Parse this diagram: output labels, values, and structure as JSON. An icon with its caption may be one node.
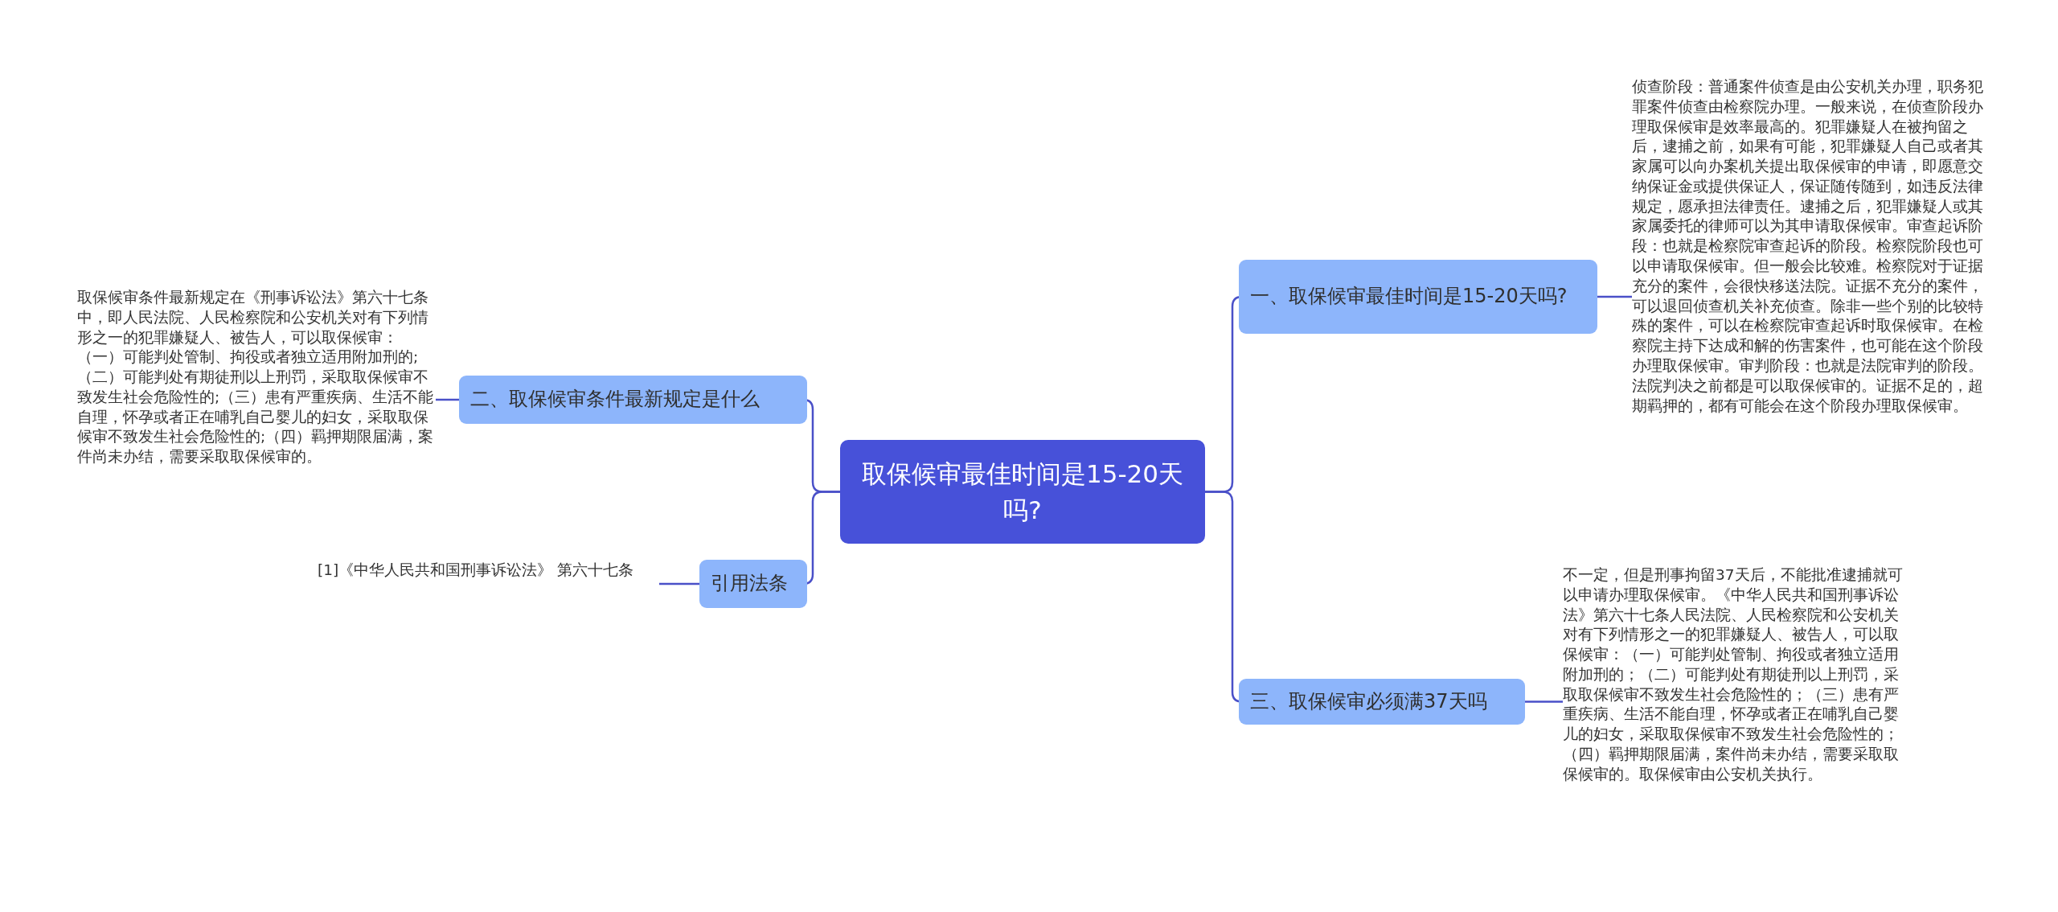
{
  "diagram": {
    "nodes": [
      {
        "text": [
          "取保候审最佳时间是15-20天吗?"
        ]
      },
      {
        "text": [
          "一、取保候审最佳时间是15-20天吗?"
        ]
      },
      {
        "text": [
          "侦查阶段：普通案件侦查是由公安机关办理，职务犯罪案件侦查由检察院办理。一般来说，在侦查阶段办理取保候审是效率最高的。犯罪嫌疑人在被拘留之后，逮捕之前，如果有可能，犯罪嫌疑人自己或者其家属可以向办案机关提出取保候审的申请，即愿意交纳保证金或提供保证人，保证随传随到，如违反法律规定，愿承担法律责任。逮捕之后，犯罪嫌疑人或其家属委托的律师可以为其申请取保候审。审查起诉阶段：也就是检察院审查起诉的阶段。检察院阶段也可以申请取保候审。但一般会比较难。检察院对于证据充分的案件，会很快移送法院。证据不充分的案件，可以退回侦查机关补充侦查。除非一些个别的比较特殊的案件，可以在检察院审查起诉时取保候审。在检察院主持下达成和解的伤害案件，也可能在这个阶段办理取保候审。审判阶段：也就是法院审判的阶段。法院判决之前都是可以取保候审的。证据不足的，超期羁押的，都有可能会在这个阶段办理取保候审。"
        ]
      },
      {
        "text": [
          "三、取保候审必须满37天吗"
        ]
      },
      {
        "text": [
          "不一定，但是刑事拘留37天后，不能批准逮捕就可以申请办理取保候审。《中华人民共和国刑事诉讼法》第六十七条人民法院、人民检察院和公安机关对有下列情形之一的犯罪嫌疑人、被告人，可以取保候审：（一）可能判处管制、拘役或者独立适用附加刑的；（二）可能判处有期徒刑以上刑罚，采取取保候审不致发生社会危险性的；（三）患有严重疾病、生活不能自理，怀孕或者正在哺乳自己婴儿的妇女，采取取保候审不致发生社会危险性的；（四）羁押期限届满，案件尚未办结，需要采取取保候审的。取保候审由公安机关执行。"
        ]
      },
      {
        "text": [
          "二、取保候审条件最新规定是什么"
        ]
      },
      {
        "text": [
          "取保候审条件最新规定在《刑事诉讼法》第六十七条中，即人民法院、人民检察院和公安机关对有下列情形之一的犯罪嫌疑人、被告人，可以取保候审：（一）可能判处管制、拘役或者独立适用附加刑的;（二）可能判处有期徒刑以上刑罚，采取取保候审不致发生社会危险性的;（三）患有严重疾病、生活不能自理，怀孕或者正在哺乳自己婴儿的妇女，采取取保候审不致发生社会危险性的;（四）羁押期限届满，案件尚未办结，需要采取取保候审的。"
        ]
      },
      {
        "text": [
          "引用法条"
        ]
      },
      {
        "text": [
          "[1]《中华人民共和国刑事诉讼法》 第六十七条"
        ]
      }
    ],
    "edges": [
      {
        "from": 0,
        "to": 1,
        "arrow": "none"
      },
      {
        "from": 1,
        "to": 2,
        "arrow": "none"
      },
      {
        "from": 0,
        "to": 3,
        "arrow": "none"
      },
      {
        "from": 3,
        "to": 4,
        "arrow": "none"
      },
      {
        "from": 0,
        "to": 5,
        "arrow": "none"
      },
      {
        "from": 5,
        "to": 6,
        "arrow": "none"
      },
      {
        "from": 0,
        "to": 7,
        "arrow": "none"
      },
      {
        "from": 7,
        "to": 8,
        "arrow": "none"
      }
    ]
  }
}
